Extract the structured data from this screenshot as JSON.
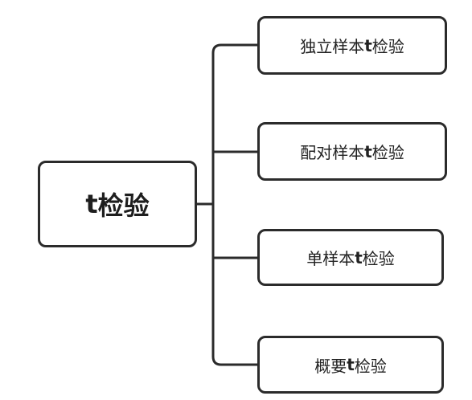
{
  "root": {
    "label_t": "t",
    "label_rest": "检验"
  },
  "children": [
    {
      "prefix": "独立样本",
      "t": "t",
      "suffix": "检验"
    },
    {
      "prefix": "配对样本",
      "t": "t",
      "suffix": "检验"
    },
    {
      "prefix": "单样本",
      "t": "t",
      "suffix": "检验"
    },
    {
      "prefix": "概要",
      "t": "t",
      "suffix": "检验"
    }
  ],
  "colors": {
    "stroke": "#2b2b2b",
    "background": "#ffffff",
    "text": "#222222"
  }
}
